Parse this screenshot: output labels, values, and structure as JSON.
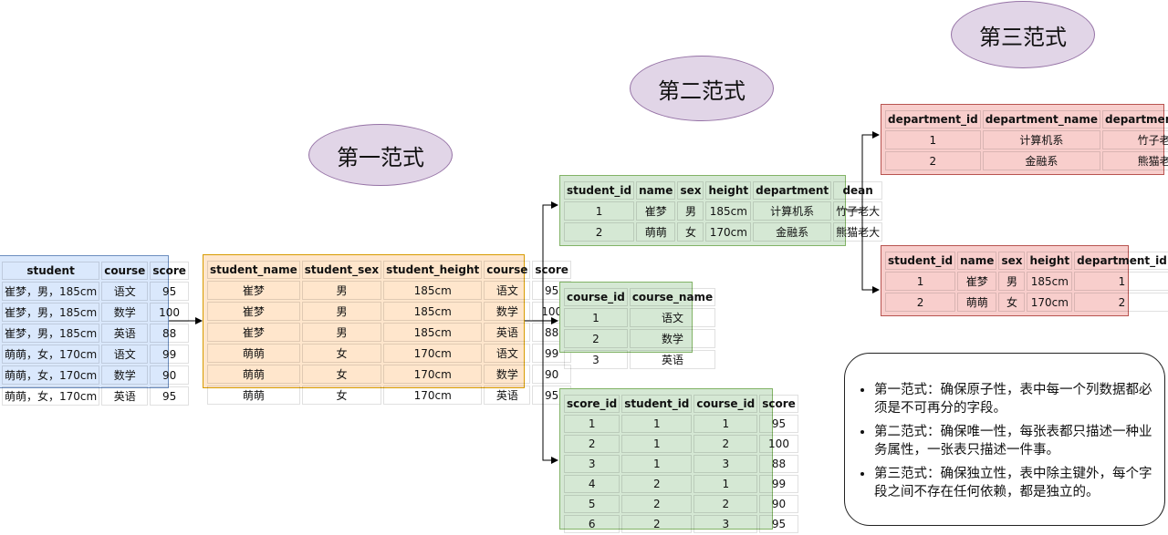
{
  "labels": {
    "nf1": "第一范式",
    "nf2": "第二范式",
    "nf3": "第三范式"
  },
  "colors": {
    "blue": "#dae8fc",
    "orange": "#ffe6cc",
    "green": "#d5e8d4",
    "red": "#f8cecc",
    "ellipse": "#e1d5e7"
  },
  "tables": {
    "original": {
      "columns": [
        "student",
        "course",
        "score"
      ],
      "rows": [
        [
          "崔梦，男，185cm",
          "语文",
          "95"
        ],
        [
          "崔梦，男，185cm",
          "数学",
          "100"
        ],
        [
          "崔梦，男，185cm",
          "英语",
          "88"
        ],
        [
          "萌萌，女，170cm",
          "语文",
          "99"
        ],
        [
          "萌萌，女，170cm",
          "数学",
          "90"
        ],
        [
          "萌萌，女，170cm",
          "英语",
          "95"
        ]
      ]
    },
    "first_nf": {
      "columns": [
        "student_name",
        "student_sex",
        "student_height",
        "course",
        "score"
      ],
      "rows": [
        [
          "崔梦",
          "男",
          "185cm",
          "语文",
          "95"
        ],
        [
          "崔梦",
          "男",
          "185cm",
          "数学",
          "100"
        ],
        [
          "崔梦",
          "男",
          "185cm",
          "英语",
          "88"
        ],
        [
          "萌萌",
          "女",
          "170cm",
          "语文",
          "99"
        ],
        [
          "萌萌",
          "女",
          "170cm",
          "数学",
          "90"
        ],
        [
          "萌萌",
          "女",
          "170cm",
          "英语",
          "95"
        ]
      ]
    },
    "student2": {
      "columns": [
        "student_id",
        "name",
        "sex",
        "height",
        "department",
        "dean"
      ],
      "rows": [
        [
          "1",
          "崔梦",
          "男",
          "185cm",
          "计算机系",
          "竹子老大"
        ],
        [
          "2",
          "萌萌",
          "女",
          "170cm",
          "金融系",
          "熊猫老大"
        ]
      ]
    },
    "course": {
      "columns": [
        "course_id",
        "course_name"
      ],
      "rows": [
        [
          "1",
          "语文"
        ],
        [
          "2",
          "数学"
        ],
        [
          "3",
          "英语"
        ]
      ]
    },
    "score": {
      "columns": [
        "score_id",
        "student_id",
        "course_id",
        "score"
      ],
      "rows": [
        [
          "1",
          "1",
          "1",
          "95"
        ],
        [
          "2",
          "1",
          "2",
          "100"
        ],
        [
          "3",
          "1",
          "3",
          "88"
        ],
        [
          "4",
          "2",
          "1",
          "99"
        ],
        [
          "5",
          "2",
          "2",
          "90"
        ],
        [
          "6",
          "2",
          "3",
          "95"
        ]
      ]
    },
    "department": {
      "columns": [
        "department_id",
        "department_name",
        "department_dean"
      ],
      "rows": [
        [
          "1",
          "计算机系",
          "竹子老大"
        ],
        [
          "2",
          "金融系",
          "熊猫老大"
        ]
      ]
    },
    "student3": {
      "columns": [
        "student_id",
        "name",
        "sex",
        "height",
        "department_id"
      ],
      "rows": [
        [
          "1",
          "崔梦",
          "男",
          "185cm",
          "1"
        ],
        [
          "2",
          "萌萌",
          "女",
          "170cm",
          "2"
        ]
      ]
    }
  },
  "notes": [
    "第一范式：确保原子性，表中每一个列数据都必须是不可再分的字段。",
    "第二范式：确保唯一性，每张表都只描述一种业务属性，一张表只描述一件事。",
    "第三范式：确保独立性，表中除主键外，每个字段之间不存在任何依赖，都是独立的。"
  ]
}
